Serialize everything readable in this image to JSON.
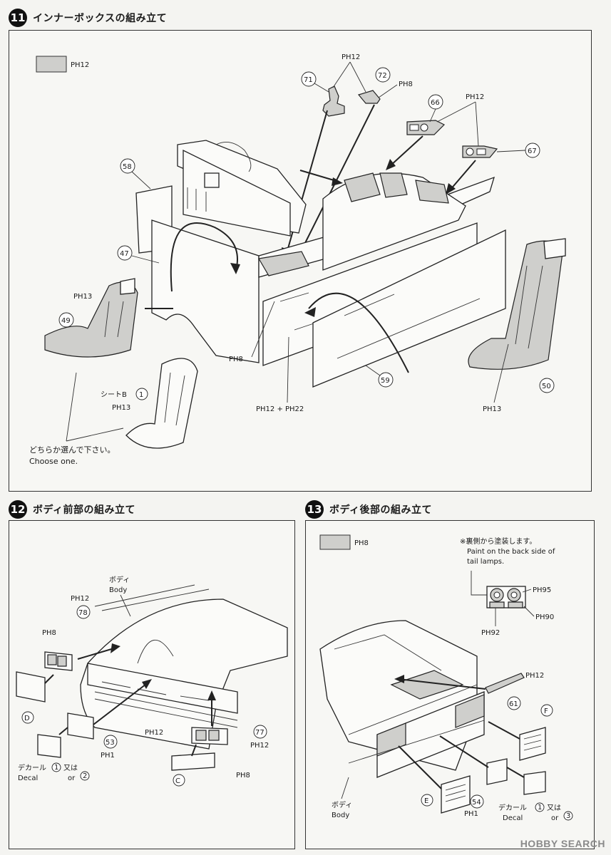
{
  "step11": {
    "number": "11",
    "title": "インナーボックスの組み立て",
    "paint_legend": "PH12",
    "labels": {
      "p71": "71",
      "p72": "72",
      "p66": "66",
      "p67": "67",
      "p58": "58",
      "p47": "47",
      "p49": "49",
      "p59": "59",
      "p50": "50",
      "p1": "1",
      "ph12_top": "PH12",
      "ph8_top": "PH8",
      "ph12_right": "PH12",
      "ph13_left": "PH13",
      "ph8_mid": "PH8",
      "ph12_ph22": "PH12 + PH22",
      "ph13_right": "PH13",
      "seatB": "シートB",
      "ph13_seatB": "PH13"
    },
    "note_ja": "どちらか選んで下さい。",
    "note_en": "Choose one."
  },
  "step12": {
    "number": "12",
    "title": "ボディ前部の組み立て",
    "labels": {
      "body_ja": "ボディ",
      "body_en": "Body",
      "ph12_a": "PH12",
      "p78": "78",
      "ph8_a": "PH8",
      "D": "D",
      "p53": "53",
      "ph1": "PH1",
      "ph12_b": "PH12",
      "p77": "77",
      "ph12_c": "PH12",
      "ph8_b": "PH8",
      "C": "C",
      "decal_ja": "デカール",
      "decal_en": "Decal",
      "d1": "1",
      "or_ja": "又は",
      "or_en": "or",
      "d2": "2"
    }
  },
  "step13": {
    "number": "13",
    "title": "ボディ後部の組み立て",
    "paint_legend": "PH8",
    "note_ja": "※裏側から塗装します。",
    "note_en1": "Paint on the back side of",
    "note_en2": "tail lamps.",
    "labels": {
      "ph95": "PH95",
      "ph90": "PH90",
      "ph92": "PH92",
      "ph12": "PH12",
      "p61": "61",
      "F": "F",
      "body_ja": "ボディ",
      "body_en": "Body",
      "E": "E",
      "p54": "54",
      "ph1": "PH1",
      "decal_ja": "デカール",
      "decal_en": "Decal",
      "d1": "1",
      "or_ja": "又は",
      "or_en": "or",
      "d3": "3"
    }
  },
  "watermark": "HOBBY SEARCH"
}
